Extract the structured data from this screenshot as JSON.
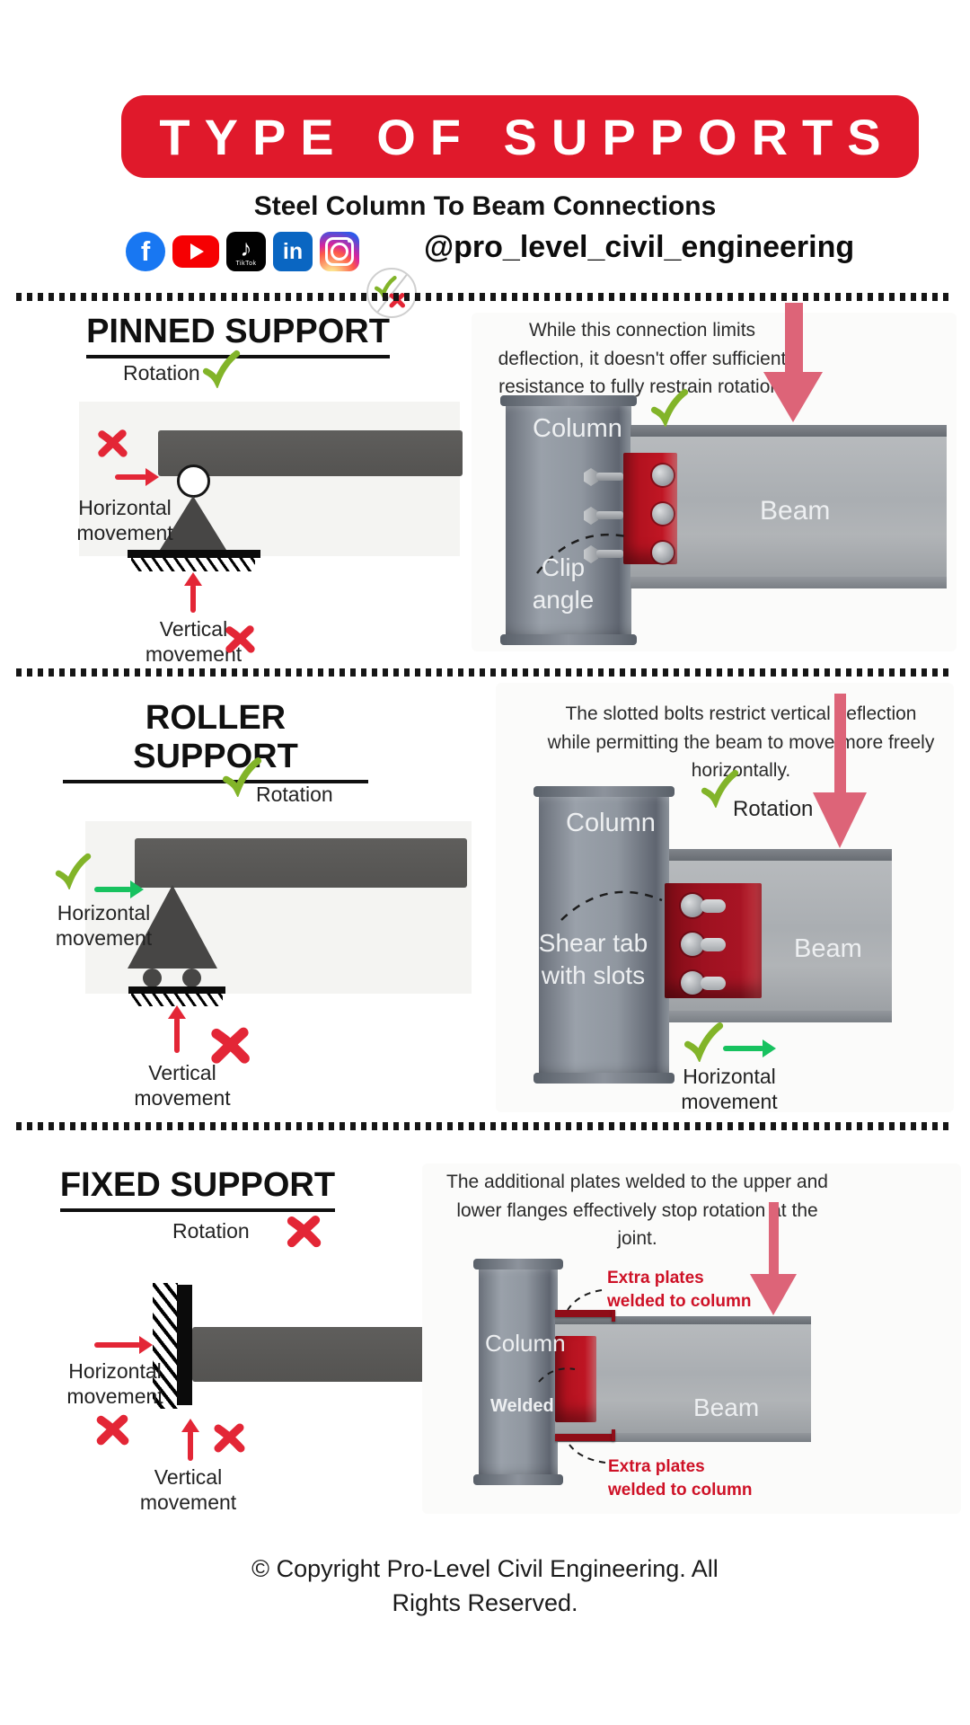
{
  "header": {
    "title": "TYPE OF SUPPORTS",
    "subtitle": "Steel Column To Beam Connections",
    "handle": "@pro_level_civil_engineering",
    "social": {
      "facebook_glyph": "f",
      "tiktok_glyph": "♪",
      "tiktok_label": "TikTok",
      "linkedin_glyph": "in"
    }
  },
  "sections": {
    "pinned": {
      "title": "PINNED SUPPORT",
      "rotation_label": "Rotation",
      "horizontal_label": "Horizontal movement",
      "vertical_label": "Vertical movement",
      "caption": "While this connection limits deflection, it doesn't offer sufficient resistance to fully restrain rotation.",
      "column_label": "Column",
      "beam_label": "Beam",
      "part_label": "Clip angle"
    },
    "roller": {
      "title": "ROLLER SUPPORT",
      "rotation_label": "Rotation",
      "horizontal_label": "Horizontal movement",
      "vertical_label": "Vertical movement",
      "caption": "The slotted bolts restrict vertical deflection while permitting the beam to move more freely horizontally.",
      "column_label": "Column",
      "beam_label": "Beam",
      "part_label": "Shear tab with slots",
      "rotation_label_right": "Rotation",
      "horizontal_label_right": "Horizontal movement"
    },
    "fixed": {
      "title": "FIXED SUPPORT",
      "rotation_label": "Rotation",
      "horizontal_label": "Horizontal movement",
      "vertical_label": "Vertical movement",
      "caption": "The additional plates welded to the upper and lower flanges effectively stop rotation at the joint.",
      "column_label": "Column",
      "beam_label": "Beam",
      "welded_label": "Welded",
      "extra_plate_label_top": "Extra plates welded to column",
      "extra_plate_label_bottom": "Extra plates welded to column"
    }
  },
  "footer": {
    "copyright": "© Copyright Pro-Level Civil Engineering. All Rights Reserved."
  },
  "colors": {
    "banner_red": "#e0192b",
    "crimson": "#e32636",
    "label_red": "#ce1126",
    "green_check": "#82b429",
    "green_arrow": "#17c25f",
    "pink_arrow": "#dd6478",
    "steel_dark_2d": "#575755",
    "plate_red": "#b3121f"
  }
}
